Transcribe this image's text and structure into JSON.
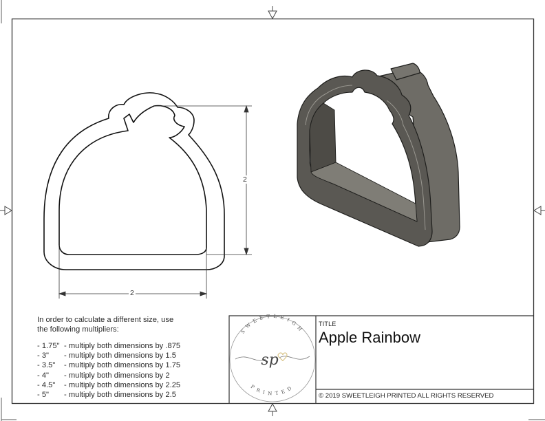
{
  "drawing": {
    "dimensions": {
      "height_label": "2",
      "width_label": "2"
    },
    "views": [
      "2d-outline",
      "3d-isometric"
    ],
    "colors": {
      "line": "#111111",
      "frame": "#333333",
      "model_dark": "#4a4843",
      "model_mid": "#6b6a64",
      "model_light": "#8a8881",
      "logo_gold": "#d9c58a"
    }
  },
  "notes": {
    "intro_line1": "In order to calculate a different size, use",
    "intro_line2": "the following multipliers:",
    "multipliers": [
      {
        "size": "- 1.75\"",
        "text": "- multiply both dimensions by .875"
      },
      {
        "size": "- 3\"",
        "text": "- multiply both dimensions by 1.5"
      },
      {
        "size": "- 3.5\"",
        "text": "- multiply both dimensions by 1.75"
      },
      {
        "size": "- 4\"",
        "text": "- multiply both dimensions by 2"
      },
      {
        "size": "- 4.5\"",
        "text": "- multiply both dimensions by 2.25"
      },
      {
        "size": "- 5\"",
        "text": "- multiply both dimensions by 2.5"
      }
    ]
  },
  "title_block": {
    "label": "TITLE",
    "title": "Apple Rainbow",
    "copyright": "© 2019  SWEETLEIGH PRINTED  ALL RIGHTS RESERVED",
    "logo": {
      "top_text": "SWEETLEIGH",
      "bottom_text": "PRINTED",
      "monogram": "sp"
    }
  }
}
